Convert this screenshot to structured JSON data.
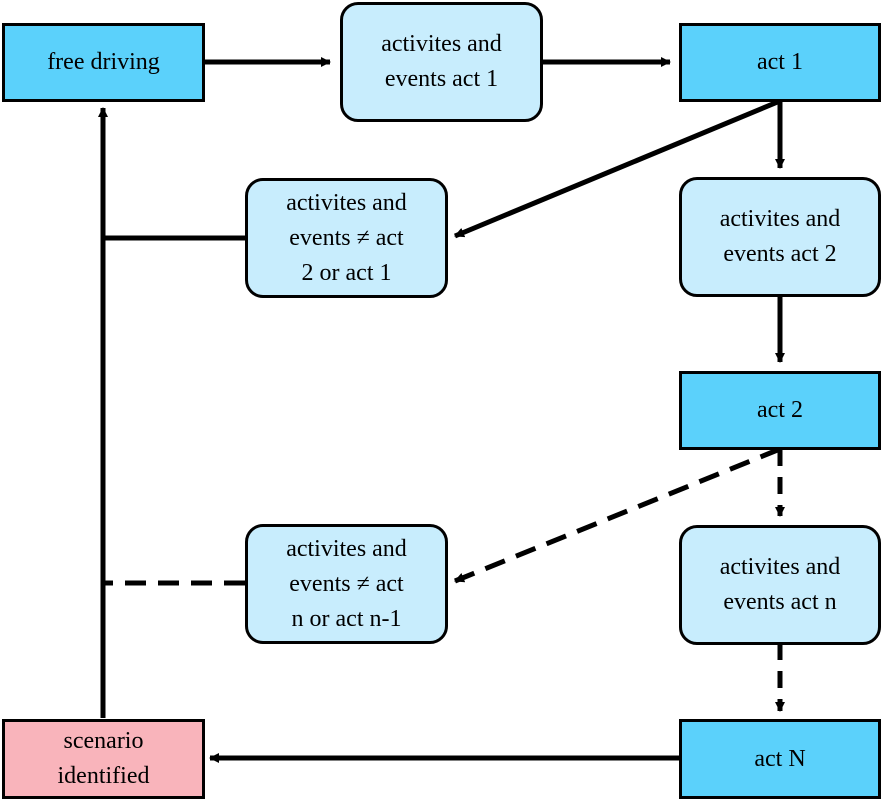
{
  "nodes": {
    "free_driving": "free driving",
    "events_act1": "activites and\nevents act 1",
    "act1": "act 1",
    "not_act2": "activites and\nevents ≠ act\n2 or act 1",
    "events_act2": "activites and\nevents act 2",
    "act2": "act 2",
    "not_actn": "activites and\nevents ≠ act\nn or act n-1",
    "events_actn": "activites and\nevents act n",
    "scenario": "scenario\nidentified",
    "actN": "act N"
  },
  "colors": {
    "act_fill": "#5bd1fb",
    "event_fill": "#c8edfd",
    "scenario_fill": "#f9b4bb",
    "stroke": "#000000"
  },
  "edges": [
    {
      "from": "free driving",
      "to": "activites and events act 1",
      "style": "solid"
    },
    {
      "from": "activites and events act 1",
      "to": "act 1",
      "style": "solid"
    },
    {
      "from": "act 1",
      "to": "activites and events act 2",
      "style": "solid"
    },
    {
      "from": "act 1",
      "to": "activites and events ≠ act 2 or act 1",
      "style": "solid"
    },
    {
      "from": "activites and events ≠ act 2 or act 1",
      "to": "free driving",
      "style": "solid"
    },
    {
      "from": "activites and events act 2",
      "to": "act 2",
      "style": "solid"
    },
    {
      "from": "act 2",
      "to": "activites and events act n",
      "style": "dashed"
    },
    {
      "from": "act 2",
      "to": "activites and events ≠ act n or act n-1",
      "style": "dashed"
    },
    {
      "from": "activites and events ≠ act n or act n-1",
      "to": "free driving",
      "style": "dashed"
    },
    {
      "from": "activites and events act n",
      "to": "act N",
      "style": "dashed"
    },
    {
      "from": "act N",
      "to": "scenario identified",
      "style": "solid"
    },
    {
      "from": "scenario identified",
      "to": "free driving",
      "style": "solid"
    }
  ]
}
